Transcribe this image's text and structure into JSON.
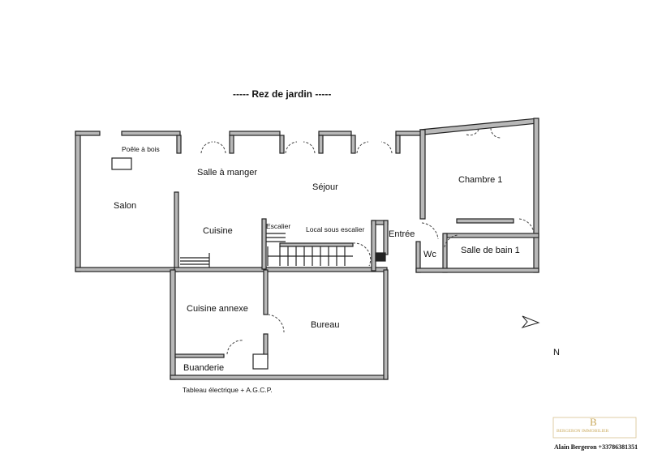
{
  "title": "----- Rez de jardin -----",
  "rooms": {
    "salon": "Salon",
    "poele": "Poêle à bois",
    "salle_a_manger": "Salle à manger",
    "sejour": "Séjour",
    "chambre1": "Chambre 1",
    "cuisine": "Cuisine",
    "escalier": "Escalier",
    "local_sous_escalier": "Local sous escalier",
    "entree": "Entrée",
    "wc": "Wc",
    "salle_de_bain1": "Salle de bain 1",
    "cuisine_annexe": "Cuisine annexe",
    "bureau": "Bureau",
    "buanderie": "Buanderie",
    "tableau": "Tableau électrique + A.G.C.P."
  },
  "north_label": "N",
  "agency": {
    "logo_letter": "B",
    "logo_name": "BERGERON IMMOBILIER",
    "contact": "Alain Bergeron +33786381351"
  }
}
